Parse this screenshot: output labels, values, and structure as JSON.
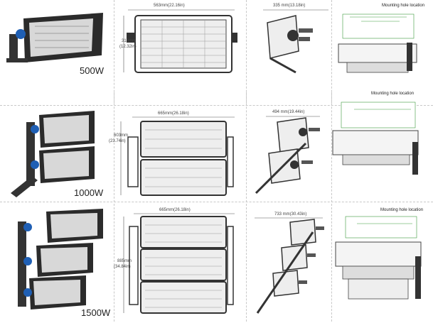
{
  "rows": [
    {
      "watt": "500W",
      "width": "563mm(22.16in)",
      "height": "313mm",
      "height_in": "(12.32in)",
      "depth": "335 mm(13.18in)",
      "mount": "Mounting hole location"
    },
    {
      "watt": "1000W",
      "width": "665mm(26.18in)",
      "height": "603mm",
      "height_in": "(23.74in)",
      "depth": "494 mm(19.44in)",
      "mount": "Mounting hole location"
    },
    {
      "watt": "1500W",
      "width": "665mm(26.18in)",
      "height": "885mm",
      "height_in": "(34.84in)",
      "depth": "733 mm(30.43in)",
      "mount": "Mounting hole location"
    }
  ],
  "colors": {
    "panel": "#2b2b2b",
    "led": "#d8d8d8",
    "accent_blue": "#1f5fb4",
    "dim_green": "#3a9a3a"
  }
}
